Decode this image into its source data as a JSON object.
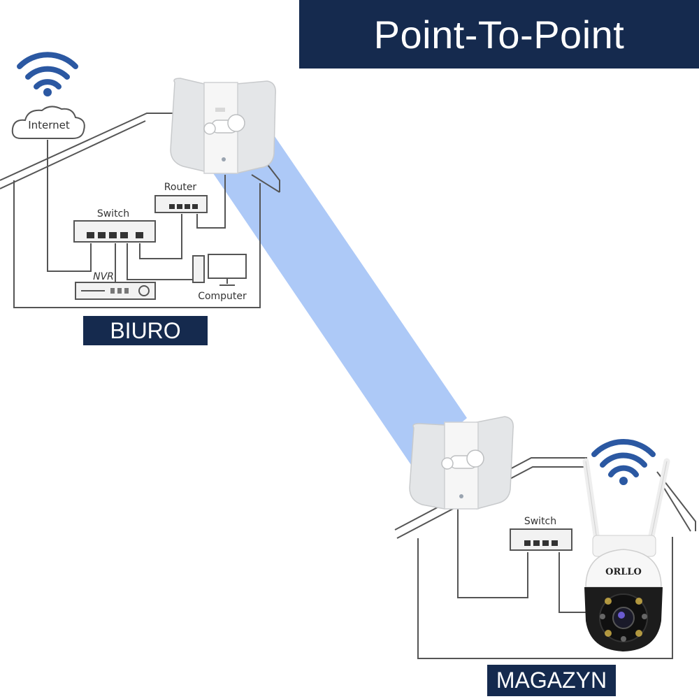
{
  "title": "Point-To-Point",
  "sites": {
    "office": {
      "label": "BIURO",
      "internet_label": "Internet",
      "router_label": "Router",
      "switch_label": "Switch",
      "nvr_label": "NVR",
      "computer_label": "Computer"
    },
    "warehouse": {
      "label": "MAGAZYN",
      "switch_label": "Switch",
      "camera_brand": "ORLLO"
    }
  },
  "colors": {
    "banner": "#152a4e",
    "wifi": "#2b58a2",
    "link_beam": "#a9c6f7",
    "lines": "#555555"
  },
  "icons": [
    "wifi-icon",
    "cloud-icon",
    "antenna-icon",
    "switch-icon",
    "router-icon",
    "nvr-icon",
    "computer-icon",
    "camera-icon"
  ]
}
